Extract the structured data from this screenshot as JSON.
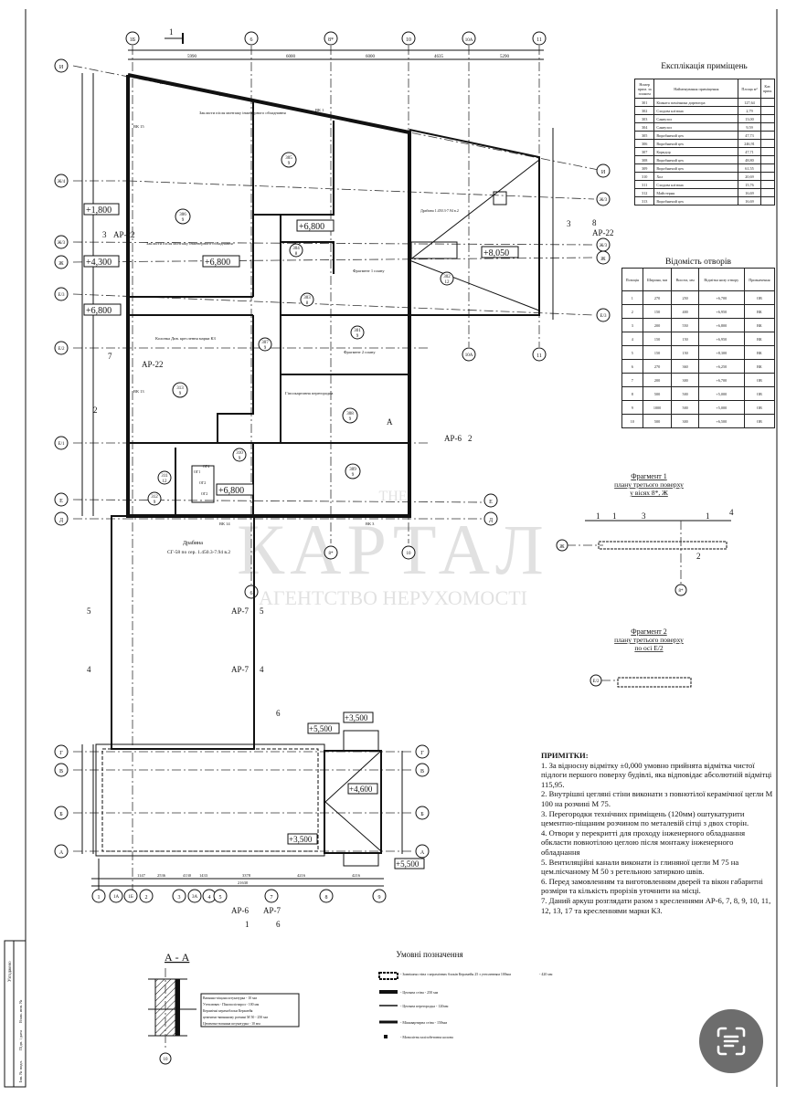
{
  "drawing": {
    "axes_top": [
      "1Б",
      "6",
      "8*",
      "10",
      "10А",
      "11"
    ],
    "dims_top": [
      "5990",
      "6000",
      "6000",
      "4635",
      "5290"
    ],
    "axes_left": [
      "И",
      "Ж/4",
      "Ж/3",
      "Ж",
      "Е/3",
      "Е/2",
      "Е/1",
      "Е",
      "Д",
      "Г",
      "В",
      "Б",
      "А"
    ],
    "axes_right": [
      "И",
      "Ж/3",
      "Ж/3",
      "Ж",
      "Е/3",
      "Д",
      "Е",
      "Г",
      "В",
      "Б",
      "А"
    ],
    "axes_bottom": [
      "1",
      "1А",
      "1Б",
      "2",
      "3",
      "3А",
      "4",
      "5",
      "7",
      "8",
      "9"
    ],
    "axes_mid": [
      "10А",
      "11",
      "6",
      "8*",
      "10"
    ],
    "dims_bottom": [
      "1147",
      "2536",
      "4130",
      "1433",
      "3378",
      "4216",
      "4216",
      "21630"
    ],
    "elevations": [
      "+1,800",
      "+4,300",
      "+6,800",
      "+6,800",
      "+6,800",
      "+6,800",
      "+8,050",
      "+5,500",
      "+3,500",
      "+4,600",
      "+3,500",
      "+5,500"
    ],
    "rooms": [
      {
        "num": "306",
        "cat": "9"
      },
      {
        "num": "305",
        "cat": "9"
      },
      {
        "num": "304",
        "cat": "8"
      },
      {
        "num": "303",
        "cat": "8"
      },
      {
        "num": "307",
        "cat": "9"
      },
      {
        "num": "301",
        "cat": "9"
      },
      {
        "num": "313",
        "cat": "9"
      },
      {
        "num": "308",
        "cat": "9"
      },
      {
        "num": "310",
        "cat": "9"
      },
      {
        "num": "309",
        "cat": "9"
      },
      {
        "num": "311",
        "cat": "12"
      },
      {
        "num": "312",
        "cat": "9"
      },
      {
        "num": "302",
        "cat": "12"
      }
    ],
    "section_marks": [
      "1",
      "АР-22",
      "3",
      "7",
      "2",
      "АР-22",
      "8",
      "АР-22",
      "3",
      "А",
      "АР-6",
      "2",
      "5",
      "4",
      "АР-7",
      "5",
      "АР-7",
      "4",
      "6",
      "АР-6",
      "1",
      "АР-7",
      "6"
    ],
    "wall_marks": [
      "ВК 1",
      "ВК 15",
      "ВК 13",
      "ВК 14",
      "ВК 3"
    ],
    "callouts": {
      "opening_1": "Закласти пiсля монтажу iнженерного обладнання",
      "opening_2": "Закласти пiсля монтажу iнженерного обладнання",
      "kolonka": "Колонка Див. креслення марки КЗ",
      "partition": "Гiпсокартонна перегородка",
      "fragment1_ref": "Фрагмент 1 плану",
      "fragment2_ref": "Фрагмент 2 плану",
      "drabyna": "Драбина",
      "drabyna_spec": "СГ-58 по сер. 1.450.3-7.94 в.2",
      "drabyna2": "Драбина 1.450.3-7.94 в.2",
      "stair_marks": [
        "ОГ1",
        "ОГ4",
        "ОГ2",
        "ОГ2"
      ]
    }
  },
  "rooms_table": {
    "title": "Експлікація приміщень",
    "headers": [
      "Номер прим. за планом",
      "Найменування приміщення",
      "Площа м²",
      "Кат. прим."
    ],
    "rows": [
      [
        "301",
        "Кімната помічника директора",
        "127,64",
        ""
      ],
      [
        "302",
        "Сходова клітина",
        "2,79",
        ""
      ],
      [
        "303",
        "Санвузол",
        "13,00",
        ""
      ],
      [
        "304",
        "Санвузол",
        "9,59",
        ""
      ],
      [
        "305",
        "Виробничий цех",
        "47,73",
        ""
      ],
      [
        "306",
        "Виробничий цех",
        "246,91",
        ""
      ],
      [
        "307",
        "Коридор",
        "47,71",
        ""
      ],
      [
        "308",
        "Виробничий цех",
        "48,80",
        ""
      ],
      [
        "309",
        "Виробничий цех",
        "61,55",
        ""
      ],
      [
        "310",
        "Хол",
        "20,69",
        ""
      ],
      [
        "311",
        "Сходова клітина",
        "15,76",
        ""
      ],
      [
        "312",
        "Майстерня",
        "16,69",
        ""
      ],
      [
        "313",
        "Виробничий цех",
        "16,69",
        ""
      ]
    ]
  },
  "openings_table": {
    "title": "Відомість отворів",
    "headers": [
      "Позиція",
      "Ширина, мм",
      "Висота, мм",
      "Відмітка низу отвору",
      "Призначення"
    ],
    "rows": [
      [
        "1",
        "270",
        "250",
        "+6,700",
        "ОВ"
      ],
      [
        "2",
        "150",
        "400",
        "+6,950",
        "ВК"
      ],
      [
        "3",
        "200",
        "550",
        "+6,800",
        "ВК"
      ],
      [
        "4",
        "150",
        "150",
        "+6,950",
        "ВК"
      ],
      [
        "5",
        "150",
        "150",
        "+8,300",
        "ВК"
      ],
      [
        "6",
        "270",
        "360",
        "+6,250",
        "ВК"
      ],
      [
        "7",
        "200",
        "300",
        "+6,700",
        "ОВ"
      ],
      [
        "8",
        "500",
        "500",
        "+5,000",
        "ОВ"
      ],
      [
        "9",
        "1000",
        "500",
        "+5,000",
        "ОВ"
      ],
      [
        "10",
        "500",
        "300",
        "+6,500",
        "ОВ"
      ]
    ]
  },
  "fragment1": {
    "title": "Фрагмент 1",
    "subtitle": "плану третього поверху",
    "axes": "у вісях 8*, Ж",
    "marks": [
      "1",
      "1",
      "3",
      "1",
      "4",
      "2"
    ],
    "axis_h": "Ж",
    "axis_v": "8*"
  },
  "fragment2": {
    "title": "Фрагмент 2",
    "subtitle": "плану третього поверху",
    "axes": "по осі Е/2",
    "axis": "Е/2"
  },
  "notes": {
    "title": "ПРИМІТКИ:",
    "items": [
      "1.    За відносну відмітку ±0,000 умовно прийнята відмітка чистої підлоги першого поверху будівлі, яка відповідає абсолютній відмітці 115,95.",
      "2.    Внутрішні цегляні стіни виконати з повнотілої керамічної цегли М 100 на розчині М 75.",
      "3.    Перегородки технічних приміщень (120мм) оштукатурити цементно-піщаним розчином по металевій сітці з двох сторін.",
      "4.    Отвори у перекритті для проходу інженерного обладнання обкласти повнотілою цеглою після монтажу інженерного обладнання",
      "5.    Вентиляційні канали виконати із глиняної цегли М 75 на цем.пісчаному М 50 з ретельною затиркою швів.",
      "6.    Перед замовленням та виготовленням дверей та вікон габаритні розміри та кількість прорізів уточнити на місці.",
      "7.    Даний аркуш розглядати разом з кресленнями АР-6, 7, 8, 9, 10, 11, 12, 13, 17 та кресленнями марки КЗ."
    ]
  },
  "legend": {
    "title": "Умовні позначення",
    "items": [
      {
        "label": "- Зовнішня стіна з керамічних блоків Керамейя 25 з утепленням 100мм",
        "extra": "- 420 мм"
      },
      {
        "label": "- Цегляна стіна - 250 мм"
      },
      {
        "label": "- Цегляна перегородка - 120мм"
      },
      {
        "label": "- Міжквартирна стіна - 150мм"
      },
      {
        "label": "- Монолітна залізобетонна колона"
      }
    ]
  },
  "section_aa": {
    "title": "А - А",
    "axis": "10",
    "layers": [
      "Вапняно-піщана штукатурка - 10 мм",
      "Утеплювач - Пінополістирол - 100 мм",
      "Керамічні керамоблоки Керамейя",
      "цементно-вапняному розчині М 50 - 250 мм",
      "Цементно-вапняна штукатурка - 10 мм"
    ]
  },
  "stamp": {
    "labels": [
      "Узгоджено",
      "Взам. инв. №",
      "Підп. і дата",
      "Інв. № подл."
    ]
  },
  "watermark": {
    "line1": "THE",
    "line2": "КАРТАЛ",
    "line3": "АГЕНТСТВО НЕРУХОМОСТІ"
  },
  "scan_button": {
    "icon": "scan-text-icon",
    "color": "#6d6d6d"
  }
}
